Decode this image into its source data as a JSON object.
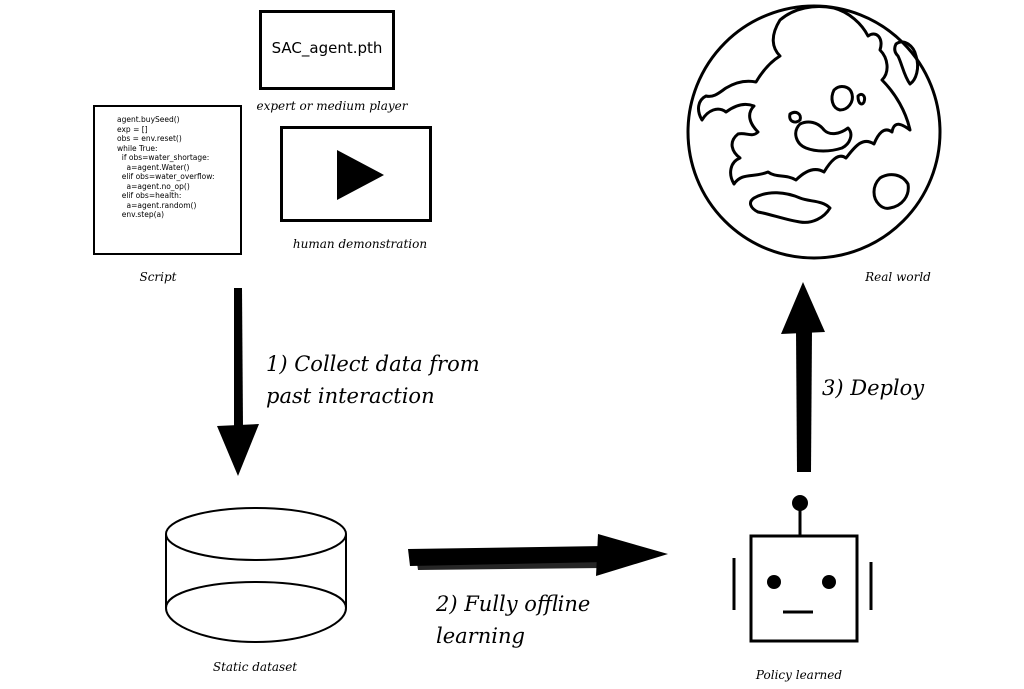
{
  "model_file": "SAC_agent.pth",
  "model_caption": "expert or medium player",
  "video_caption": "human demonstration",
  "script_caption": "Script",
  "script_lines": [
    "agent.buySeed()",
    "exp = []",
    "obs = env.reset()",
    "while True:",
    "  if obs=water_shortage:",
    "    a=agent.Water()",
    "  elif obs=water_overflow:",
    "    a=agent.no_op()",
    "  elif obs=health:",
    "    a=agent.random()",
    "",
    "",
    "  env.step(a)"
  ],
  "world_caption": "Real world",
  "dataset_caption": "Static dataset",
  "policy_caption": "Policy learned",
  "steps": {
    "collect_line1": "1) Collect data from",
    "collect_line2": "past interaction",
    "offline_line1": "2) Fully offline",
    "offline_line2": "learning",
    "deploy": "3) Deploy"
  },
  "icons": {
    "play": "play-icon",
    "globe": "globe-icon",
    "database": "database-icon",
    "robot": "robot-icon"
  }
}
